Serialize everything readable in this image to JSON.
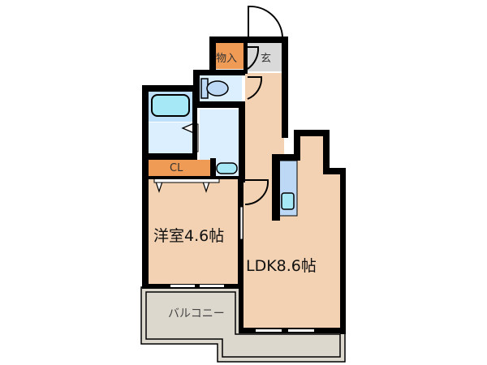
{
  "floor_plan": {
    "rooms": [
      {
        "id": "western_room",
        "label": "洋室4.6帖",
        "type": "bedroom",
        "size_jo": 4.6
      },
      {
        "id": "ldk",
        "label": "LDK8.6帖",
        "type": "living-dining-kitchen",
        "size_jo": 8.6
      },
      {
        "id": "storage",
        "label": "物入",
        "type": "storage"
      },
      {
        "id": "entrance",
        "label": "玄",
        "type": "entrance"
      },
      {
        "id": "closet",
        "label": "CL",
        "type": "closet"
      },
      {
        "id": "balcony",
        "label": "バルコニー",
        "type": "balcony"
      },
      {
        "id": "toilet",
        "label": "",
        "type": "toilet"
      },
      {
        "id": "bathroom",
        "label": "",
        "type": "bathroom"
      },
      {
        "id": "washroom",
        "label": "",
        "type": "washroom"
      },
      {
        "id": "kitchen",
        "label": "",
        "type": "kitchen"
      },
      {
        "id": "hallway",
        "label": "",
        "type": "hallway"
      }
    ],
    "colors": {
      "room_floor": "#f2d2b2",
      "wet_area": "#dcefff",
      "fixture": "#a6e8f5",
      "fixture_alt": "#bcd8f5",
      "storage": "#ef9b55",
      "entrance": "#d9d9d9",
      "balcony": "#ddd8ce",
      "wall": "#000000"
    }
  }
}
